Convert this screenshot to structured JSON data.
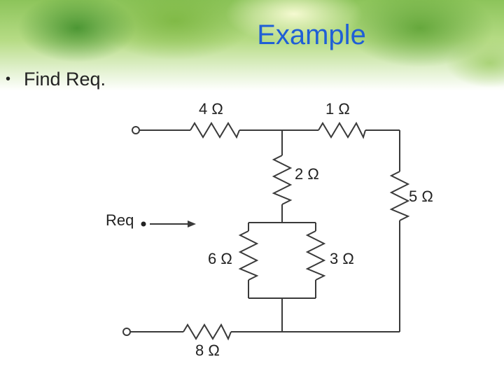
{
  "slide": {
    "title": "Example",
    "bullet": "Find Req."
  },
  "circuit": {
    "resistors": {
      "r4": "4 Ω",
      "r1": "1 Ω",
      "r2": "2 Ω",
      "r5": "5 Ω",
      "r6": "6 Ω",
      "r3": "3 Ω",
      "r8": "8 Ω"
    },
    "req_label": "Req"
  },
  "colors": {
    "title": "#1f5fd6",
    "wire": "#3a3a3a"
  }
}
